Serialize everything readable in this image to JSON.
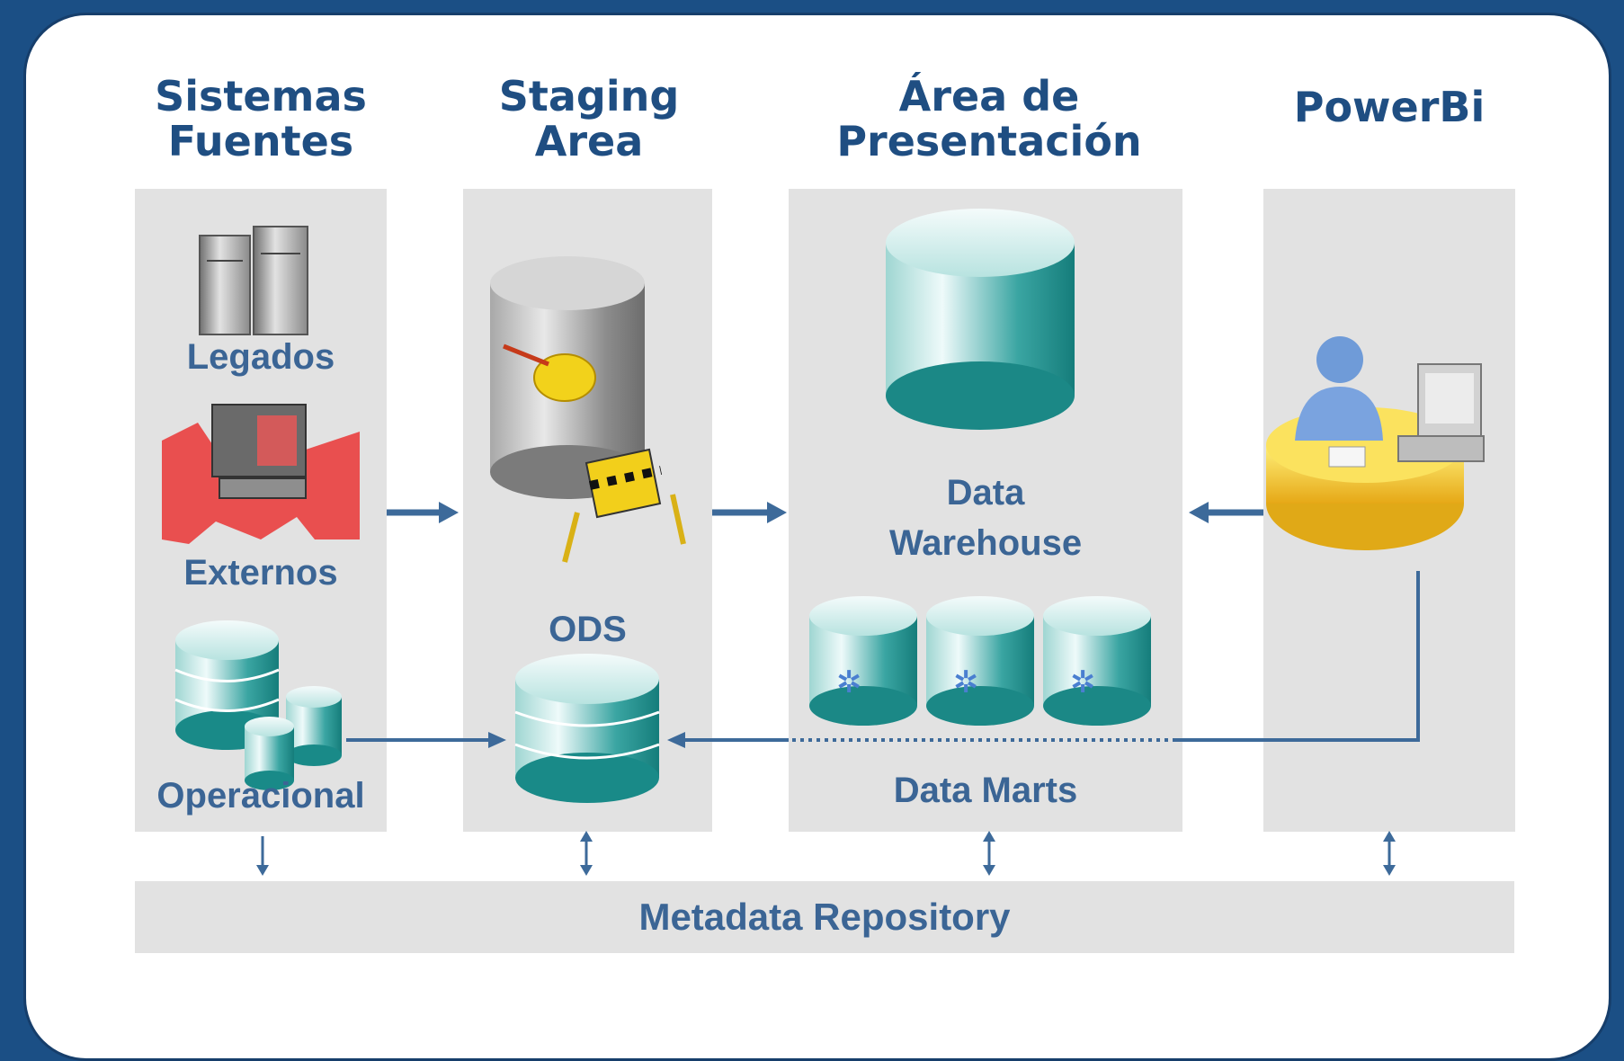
{
  "headers": {
    "sources": "Sistemas\nFuentes",
    "staging": "Staging\nArea",
    "presentation": "Área de\nPresentación",
    "powerbi": "PowerBi"
  },
  "sources": {
    "legacy": "Legados",
    "external": "Externos",
    "operational": "Operacional"
  },
  "staging": {
    "ods": "ODS"
  },
  "presentation": {
    "warehouse": "Data\nWarehouse",
    "marts": "Data Marts"
  },
  "metadata": {
    "label": "Metadata Repository"
  },
  "colors": {
    "frame_border": "#163e6b",
    "background": "#1b4f85",
    "header_text": "#1f4e82",
    "label_text": "#3b6595",
    "panel": "#e2e2e2",
    "arrow": "#3d6a9a",
    "teal": "#1f8f8f",
    "external_red": "#e63a3a",
    "desk_yellow": "#f3cf2b"
  },
  "icons": [
    "server-tower-icon",
    "external-computer-icon",
    "database-stack-icon",
    "construction-database-icon",
    "warehouse-cylinder-icon",
    "data-mart-cylinder-icon",
    "user-desk-icon"
  ]
}
